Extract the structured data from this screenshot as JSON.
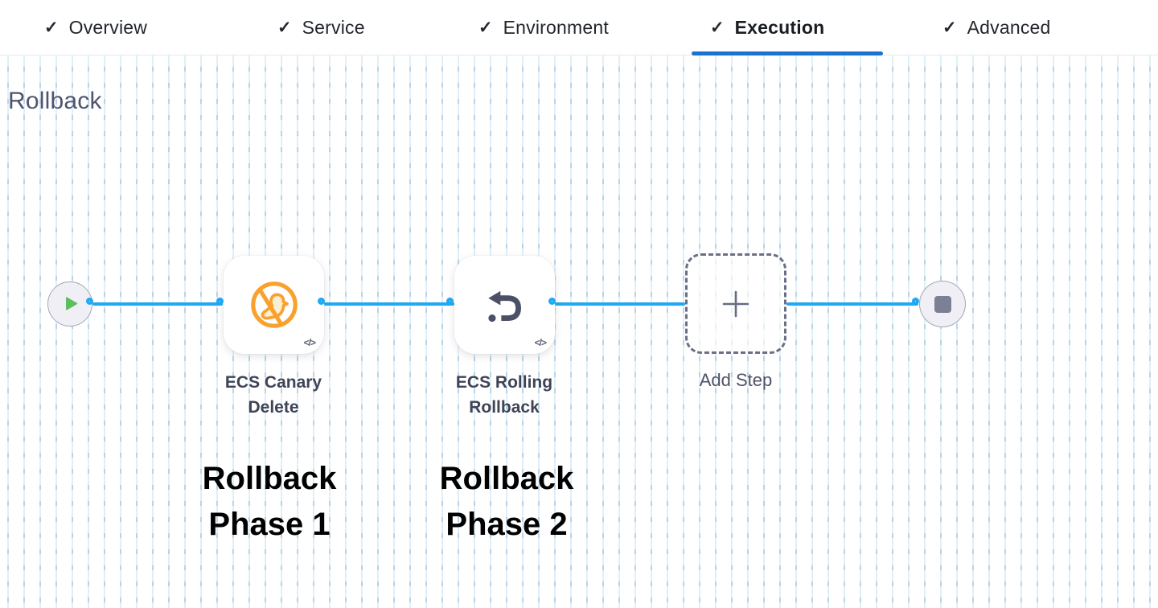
{
  "tabs": {
    "check_icon": "✓",
    "items": [
      {
        "label": "Overview",
        "active": false
      },
      {
        "label": "Service",
        "active": false
      },
      {
        "label": "Environment",
        "active": false
      },
      {
        "label": "Execution",
        "active": true
      },
      {
        "label": "Advanced",
        "active": false
      }
    ]
  },
  "canvas": {
    "heading": "Rollback",
    "nodes": [
      {
        "id": "start",
        "icon": "play-icon"
      },
      {
        "id": "ecs-canary-delete",
        "label": "ECS Canary Delete",
        "icon": "canary-delete-icon",
        "code_icon": "</>"
      },
      {
        "id": "ecs-rolling-rollback",
        "label": "ECS Rolling Rollback",
        "icon": "rollback-arrow-icon",
        "code_icon": "</>"
      },
      {
        "id": "add-step",
        "label": "Add Step",
        "icon": "plus-icon"
      },
      {
        "id": "end",
        "icon": "stop-icon"
      }
    ],
    "annotations": [
      {
        "text": "Rollback Phase 1"
      },
      {
        "text": "Rollback Phase 2"
      }
    ]
  },
  "colors": {
    "tab_underline_blue": "#1b73d0",
    "connector_blue": "#1fa8f3",
    "canary_orange": "#f9a12c",
    "icon_slate": "#4b5066",
    "play_green": "#5cbe5c",
    "stop_gray": "#7d8095",
    "heading_gray": "#4f5470",
    "annotation_black": "#010101"
  }
}
